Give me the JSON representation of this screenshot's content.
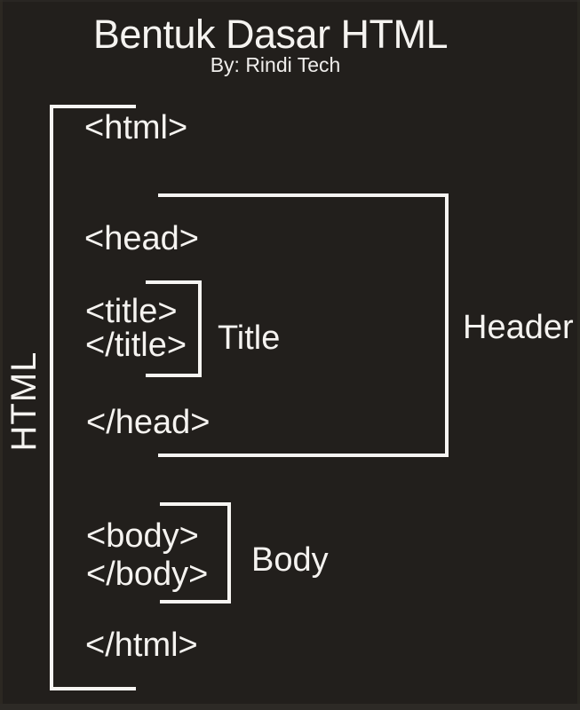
{
  "colors": {
    "background": "#221f1c",
    "text": "#f5f3f0",
    "bracket_line": "#f7f5f2"
  },
  "header": {
    "title": "Bentuk Dasar HTML",
    "subtitle": "By: Rindi Tech"
  },
  "diagram": {
    "tags": {
      "html_open": "<html>",
      "head_open": "<head>",
      "title_open": "<title>",
      "title_close": "</title>",
      "head_close": "</head>",
      "body_open": "<body>",
      "body_close": "</body>",
      "html_close": "</html>"
    },
    "labels": {
      "html_scope": "HTML",
      "header_scope": "Header",
      "title_scope": "Title",
      "body_scope": "Body"
    }
  }
}
